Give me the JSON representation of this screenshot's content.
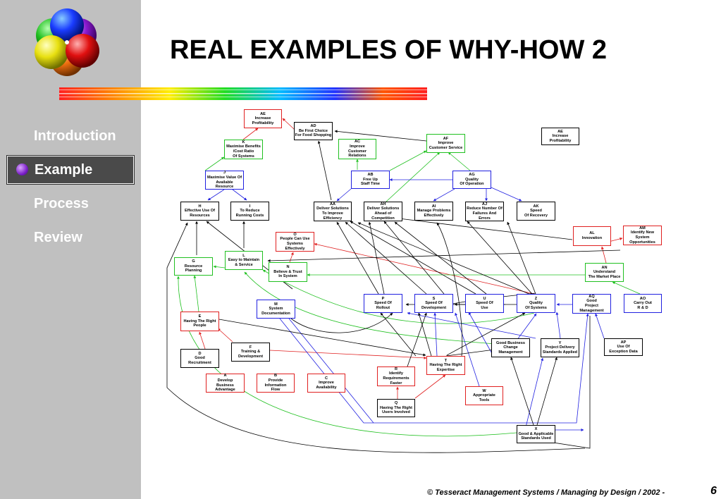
{
  "title": "REAL EXAMPLES OF WHY-HOW 2",
  "nav": {
    "items": [
      "Introduction",
      "Example",
      "Process",
      "Review"
    ],
    "active": "Example"
  },
  "footer": {
    "text": "© Tesseract Management Systems / Managing by Design / 2002  -",
    "page": "6"
  },
  "colors": {
    "sidebar": "#c0c0c0",
    "red": "#e02020",
    "green": "#20c020",
    "blue": "#2020e0",
    "black": "#000000"
  },
  "legend_box": {
    "code": "AE",
    "text": "Increase\nProfitability"
  },
  "nodes": [
    {
      "id": "AE",
      "text": "Increase\nProfitability",
      "color": "red"
    },
    {
      "id": "AD",
      "text": "Be First Choice\nFor Food Shopping",
      "color": "black"
    },
    {
      "id": "K",
      "text": "Maximise Benefits\n/Cost Ratio\nOf Systems",
      "color": "green"
    },
    {
      "id": "AC",
      "text": "Improve\nCustomer\nRelations",
      "color": "green"
    },
    {
      "id": "AF",
      "text": "Improve\nCustomer Service",
      "color": "green"
    },
    {
      "id": "J",
      "text": "Maximise Value Of\nAvailable\nResource",
      "color": "blue"
    },
    {
      "id": "AB",
      "text": "Free Up\nStaff Time",
      "color": "blue"
    },
    {
      "id": "AG",
      "text": "Quality\nOf Operation",
      "color": "blue"
    },
    {
      "id": "H",
      "text": "Effective Use Of\nResources",
      "color": "black"
    },
    {
      "id": "I",
      "text": "To Reduce\nRunning Costs",
      "color": "black"
    },
    {
      "id": "AA",
      "text": "Deliver Solutions\nTo Improve\nEfficiency",
      "color": "black"
    },
    {
      "id": "AH",
      "text": "Deliver Solutions\nAhead of\nCompetition",
      "color": "black"
    },
    {
      "id": "AI",
      "text": "Manage Problems\nEffectively",
      "color": "black"
    },
    {
      "id": "AJ",
      "text": "Reduce Number Of\nFailures And\nErrors",
      "color": "black"
    },
    {
      "id": "AK",
      "text": "Speed\nOf Recovery",
      "color": "black"
    },
    {
      "id": "AL",
      "text": "Innovation",
      "color": "red"
    },
    {
      "id": "AM",
      "text": "Identify New\nSystem\nOpportunities",
      "color": "red"
    },
    {
      "id": "O",
      "text": "People Can Use\nSystems\nEffectively",
      "color": "red"
    },
    {
      "id": "G",
      "text": "Resource\nPlanning",
      "color": "green"
    },
    {
      "id": "L",
      "text": "Easy to Maintain\n& Service",
      "color": "green"
    },
    {
      "id": "N",
      "text": "Believe & Trust\nIn System",
      "color": "green"
    },
    {
      "id": "AN",
      "text": "Understand\nThe Market Place",
      "color": "green"
    },
    {
      "id": "M",
      "text": "System\nDocumentation",
      "color": "blue"
    },
    {
      "id": "P",
      "text": "Speed Of\nRollout",
      "color": "blue"
    },
    {
      "id": "S",
      "text": "Speed Of\nDevelopment",
      "color": "blue"
    },
    {
      "id": "U",
      "text": "Speed Of\nUse",
      "color": "blue"
    },
    {
      "id": "Z",
      "text": "Quality\nOf Systems",
      "color": "blue"
    },
    {
      "id": "AQ",
      "text": "Good\nProject\nManagement",
      "color": "blue"
    },
    {
      "id": "AO",
      "text": "Carry Out\nR & D",
      "color": "blue"
    },
    {
      "id": "E",
      "text": "Having The Right\nPeople",
      "color": "red"
    },
    {
      "id": "D",
      "text": "Good\nRecruitment",
      "color": "black"
    },
    {
      "id": "F",
      "text": "Training &\nDevelopment",
      "color": "black"
    },
    {
      "id": "GBCM",
      "text": "Good Business\nChange\nManagement",
      "color": "black"
    },
    {
      "id": "Y",
      "text": "Project Delivery\nStandards Applied",
      "color": "black"
    },
    {
      "id": "AP",
      "text": "Use Of\nException Data",
      "color": "black"
    },
    {
      "id": "T",
      "text": "Having The Right\nExpertise",
      "color": "red"
    },
    {
      "id": "R",
      "text": "Identify\nRequirements\nFaster",
      "color": "red"
    },
    {
      "id": "W",
      "text": "Appropriate\nTools",
      "color": "red"
    },
    {
      "id": "A",
      "text": "Develop\nBusiness\nAdvantage",
      "color": "red"
    },
    {
      "id": "B",
      "text": "Provide\nInformation\nFlow",
      "color": "red"
    },
    {
      "id": "C",
      "text": "Improve\nAvailability",
      "color": "red"
    },
    {
      "id": "Q",
      "text": "Having The Right\nUsers Involved",
      "color": "black"
    },
    {
      "id": "X",
      "text": "Good & Applicable\nStandards Used",
      "color": "black"
    }
  ]
}
